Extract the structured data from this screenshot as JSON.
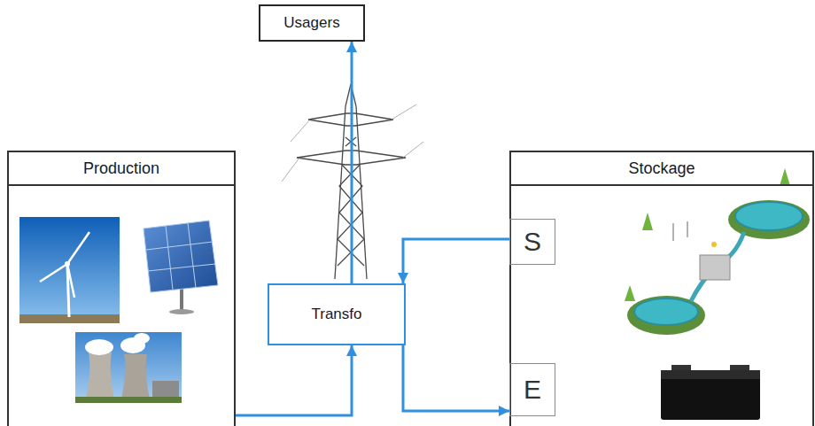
{
  "diagram": {
    "nodes": [
      {
        "text": [
          "Usagers"
        ]
      },
      {
        "text": [
          "Production"
        ]
      },
      {
        "text": [
          "Stockage"
        ]
      },
      {
        "text": [
          "S"
        ],
        "in": 2
      },
      {
        "text": [
          "Transfo"
        ]
      },
      {
        "text": [
          "E"
        ],
        "in": 2
      }
    ],
    "edges": [
      {
        "from": 1,
        "to": 4,
        "arrow": "to"
      },
      {
        "from": 4,
        "to": 0,
        "arrow": "to"
      },
      {
        "from": 3,
        "to": 4,
        "arrow": "to"
      },
      {
        "from": 4,
        "to": 5,
        "arrow": "to"
      }
    ]
  }
}
